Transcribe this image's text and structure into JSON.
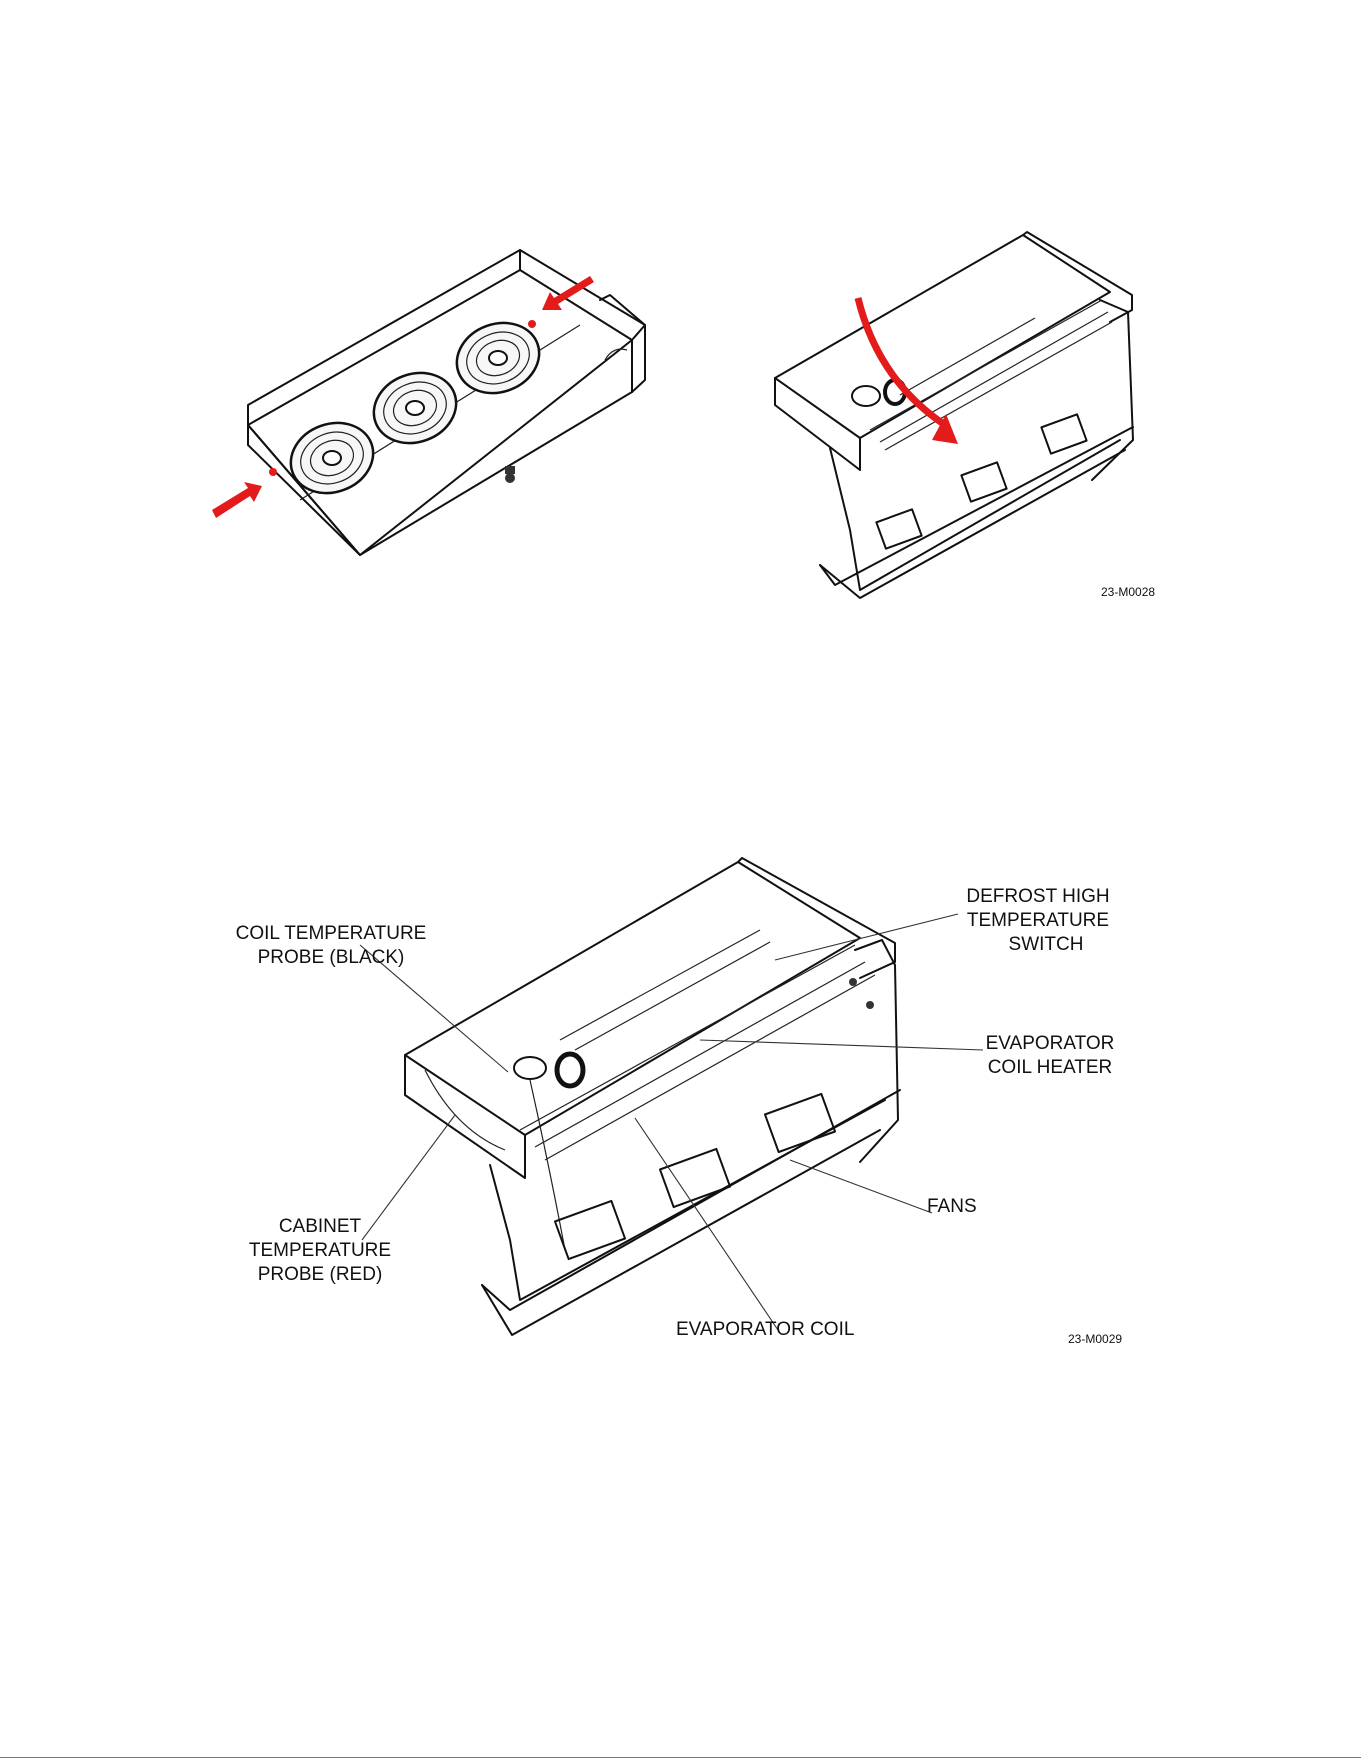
{
  "figure1": {
    "figure_id": "23-M0028",
    "arrow_color": "#e31b1b"
  },
  "figure2": {
    "figure_id": "23-M0029",
    "labels": {
      "coil_probe": [
        "COIL TEMPERATURE",
        "PROBE (BLACK)"
      ],
      "defrost_switch": [
        "DEFROST HIGH",
        "TEMPERATURE",
        "SWITCH"
      ],
      "coil_heater": [
        "EVAPORATOR",
        "COIL HEATER"
      ],
      "fans": "FANS",
      "cabinet_probe": [
        "CABINET",
        "TEMPERATURE",
        "PROBE (RED)"
      ],
      "evaporator_coil": "EVAPORATOR COIL"
    }
  }
}
